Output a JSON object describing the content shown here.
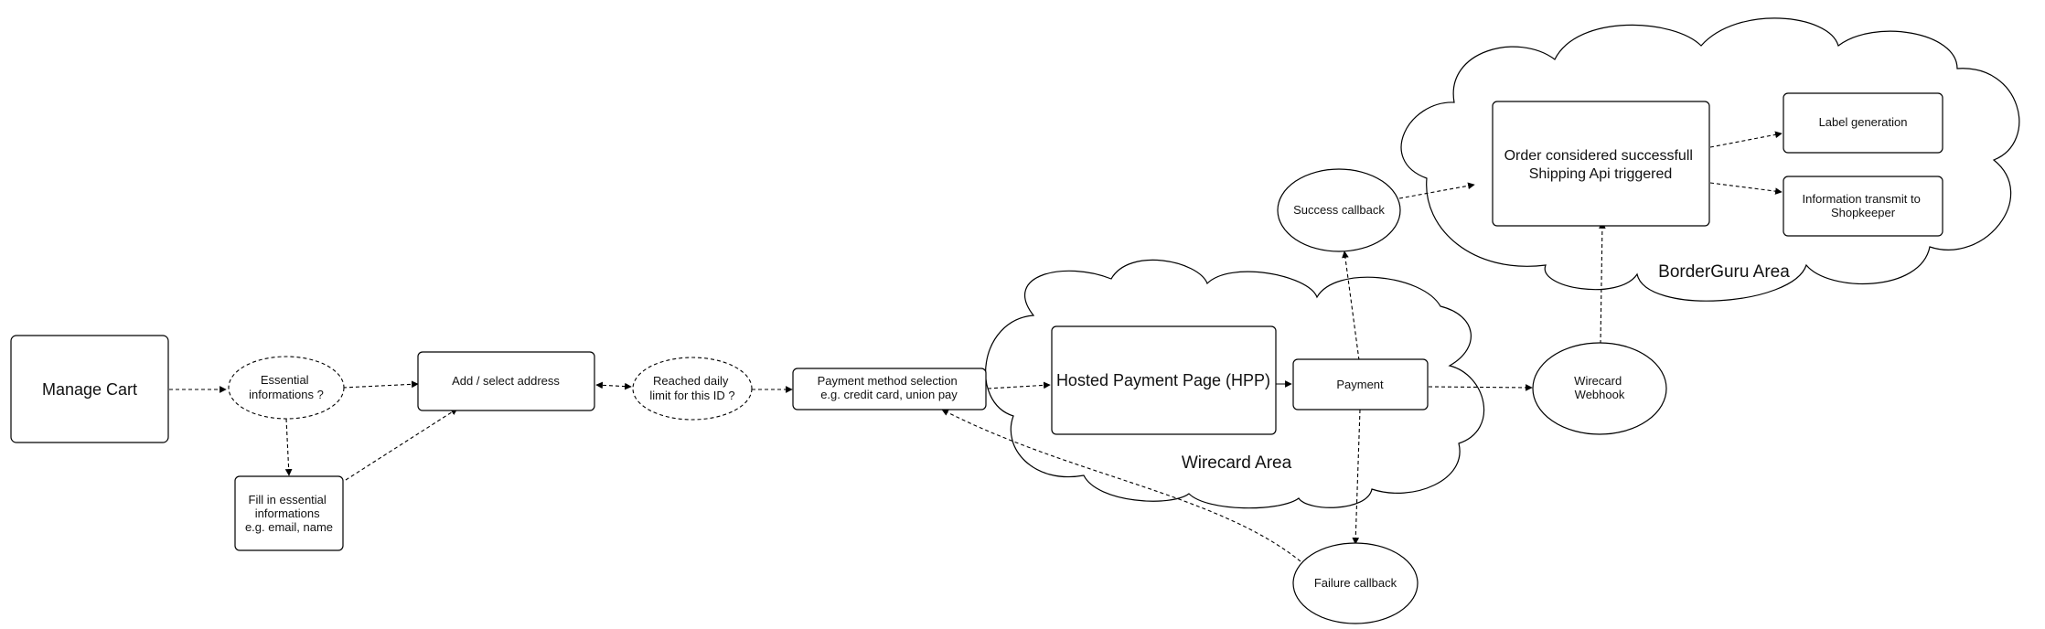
{
  "diagram": {
    "nodes": {
      "manage_cart": [
        "Manage Cart"
      ],
      "essential_info": [
        "Essential",
        "informations ?"
      ],
      "fill_in": [
        "Fill in essential",
        "informations",
        "e.g. email, name"
      ],
      "add_address": [
        "Add / select address"
      ],
      "daily_limit": [
        "Reached daily",
        "limit for this ID ?"
      ],
      "payment_method": [
        "Payment method selection",
        "e.g. credit card, union pay"
      ],
      "hpp": [
        "Hosted Payment Page (HPP)"
      ],
      "payment": [
        "Payment"
      ],
      "success_callback": [
        "Success callback"
      ],
      "failure_callback": [
        "Failure callback"
      ],
      "wirecard_webhook": [
        "Wirecard",
        "Webhook"
      ],
      "order_success": [
        "Order considered successfull",
        "Shipping Api triggered"
      ],
      "label_generation": [
        "Label generation"
      ],
      "info_transmit": [
        "Information transmit to",
        "Shopkeeper"
      ]
    },
    "areas": {
      "wirecard": "Wirecard Area",
      "borderguru": "BorderGuru Area"
    }
  }
}
